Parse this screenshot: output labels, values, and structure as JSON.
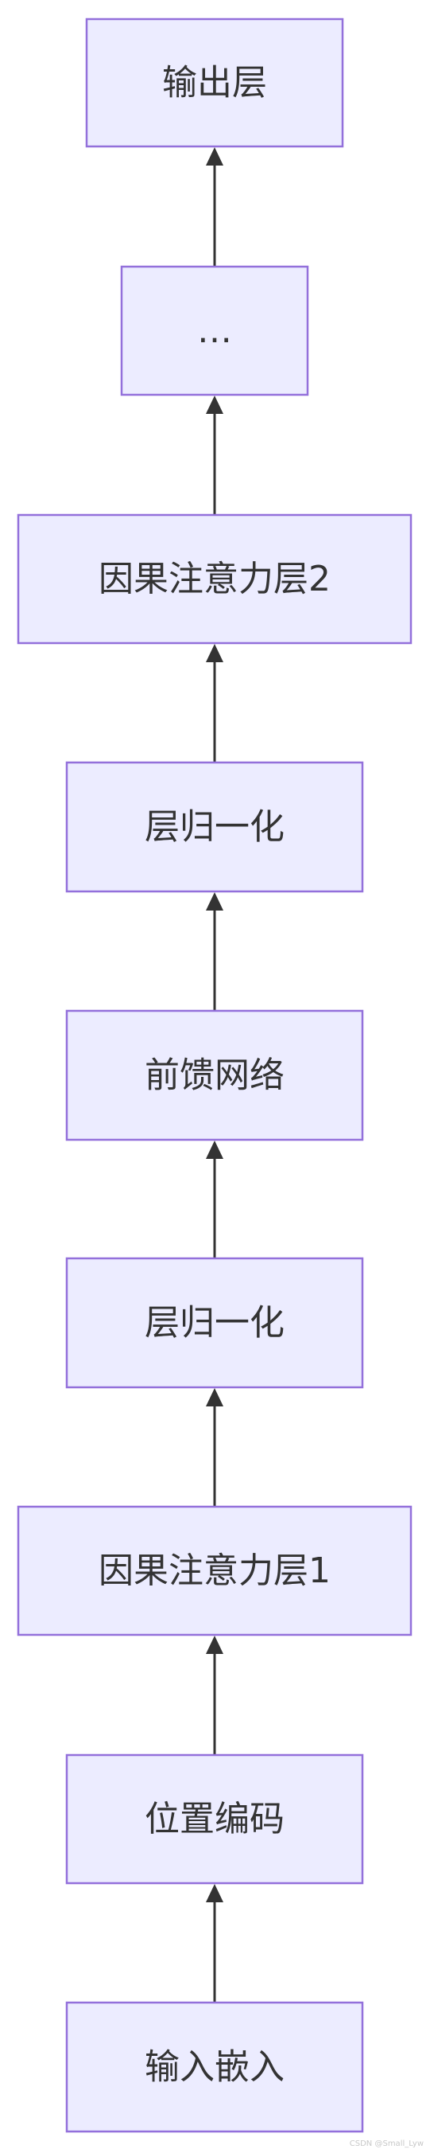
{
  "diagram": {
    "type": "flowchart",
    "direction": "bottom-to-top",
    "nodes": [
      {
        "id": "output-layer",
        "label": "输出层"
      },
      {
        "id": "ellipsis",
        "label": "…"
      },
      {
        "id": "causal-attention-2",
        "label": "因果注意力层2"
      },
      {
        "id": "layer-norm-2",
        "label": "层归一化"
      },
      {
        "id": "feed-forward",
        "label": "前馈网络"
      },
      {
        "id": "layer-norm-1",
        "label": "层归一化"
      },
      {
        "id": "causal-attention-1",
        "label": "因果注意力层1"
      },
      {
        "id": "positional-encoding",
        "label": "位置编码"
      },
      {
        "id": "input-embedding",
        "label": "输入嵌入"
      }
    ],
    "edges": [
      {
        "from": "input-embedding",
        "to": "positional-encoding"
      },
      {
        "from": "positional-encoding",
        "to": "causal-attention-1"
      },
      {
        "from": "causal-attention-1",
        "to": "layer-norm-1"
      },
      {
        "from": "layer-norm-1",
        "to": "feed-forward"
      },
      {
        "from": "feed-forward",
        "to": "layer-norm-2"
      },
      {
        "from": "layer-norm-2",
        "to": "causal-attention-2"
      },
      {
        "from": "causal-attention-2",
        "to": "ellipsis"
      },
      {
        "from": "ellipsis",
        "to": "output-layer"
      }
    ],
    "colors": {
      "node_fill": "#ECECFF",
      "node_stroke": "#9370DB",
      "text": "#333333",
      "edge": "#333333"
    }
  },
  "watermark": "CSDN @Small_Lyw"
}
